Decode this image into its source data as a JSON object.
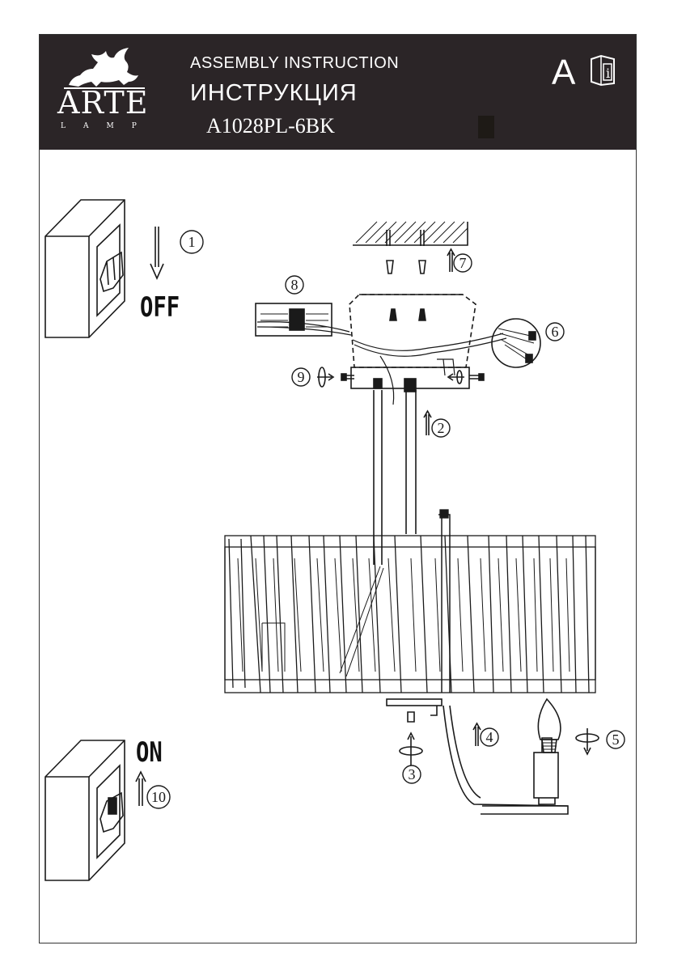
{
  "header": {
    "brand": "ARTE",
    "brand_sub": "LAMP",
    "title_en": "ASSEMBLY INSTRUCTION",
    "title_ru": "ИНСТРУКЦИЯ",
    "model": "A1028PL-6BK",
    "lang_badge": "A",
    "info_icon_letter": "i"
  },
  "labels": {
    "off": "OFF",
    "on": "ON"
  },
  "steps": [
    "1",
    "2",
    "3",
    "4",
    "5",
    "6",
    "7",
    "8",
    "9",
    "10"
  ],
  "colors": {
    "header_bg": "#2b2527",
    "ink": "#1a1a1a"
  }
}
